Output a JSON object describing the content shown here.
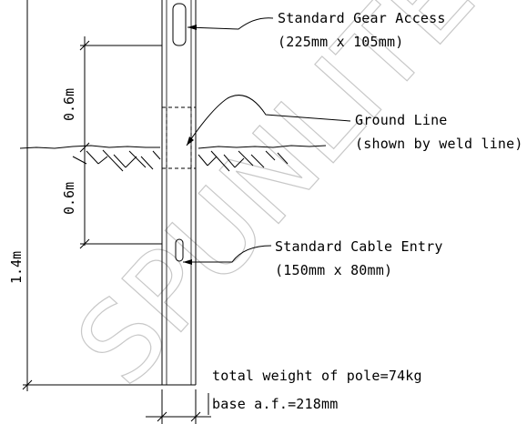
{
  "watermark": "SPUNLITE",
  "labels": {
    "gear_access_line1": "Standard Gear Access",
    "gear_access_line2": "(225mm x 105mm)",
    "ground_line_line1": "Ground Line",
    "ground_line_line2": "(shown by weld line)",
    "cable_entry_line1": "Standard Cable Entry",
    "cable_entry_line2": "(150mm x 80mm)",
    "total_weight": "total weight of pole=74kg",
    "base_af": "base a.f.=218mm"
  },
  "dimensions": {
    "upper": "0.6m",
    "lower": "0.6m",
    "overall": "1.4m"
  }
}
